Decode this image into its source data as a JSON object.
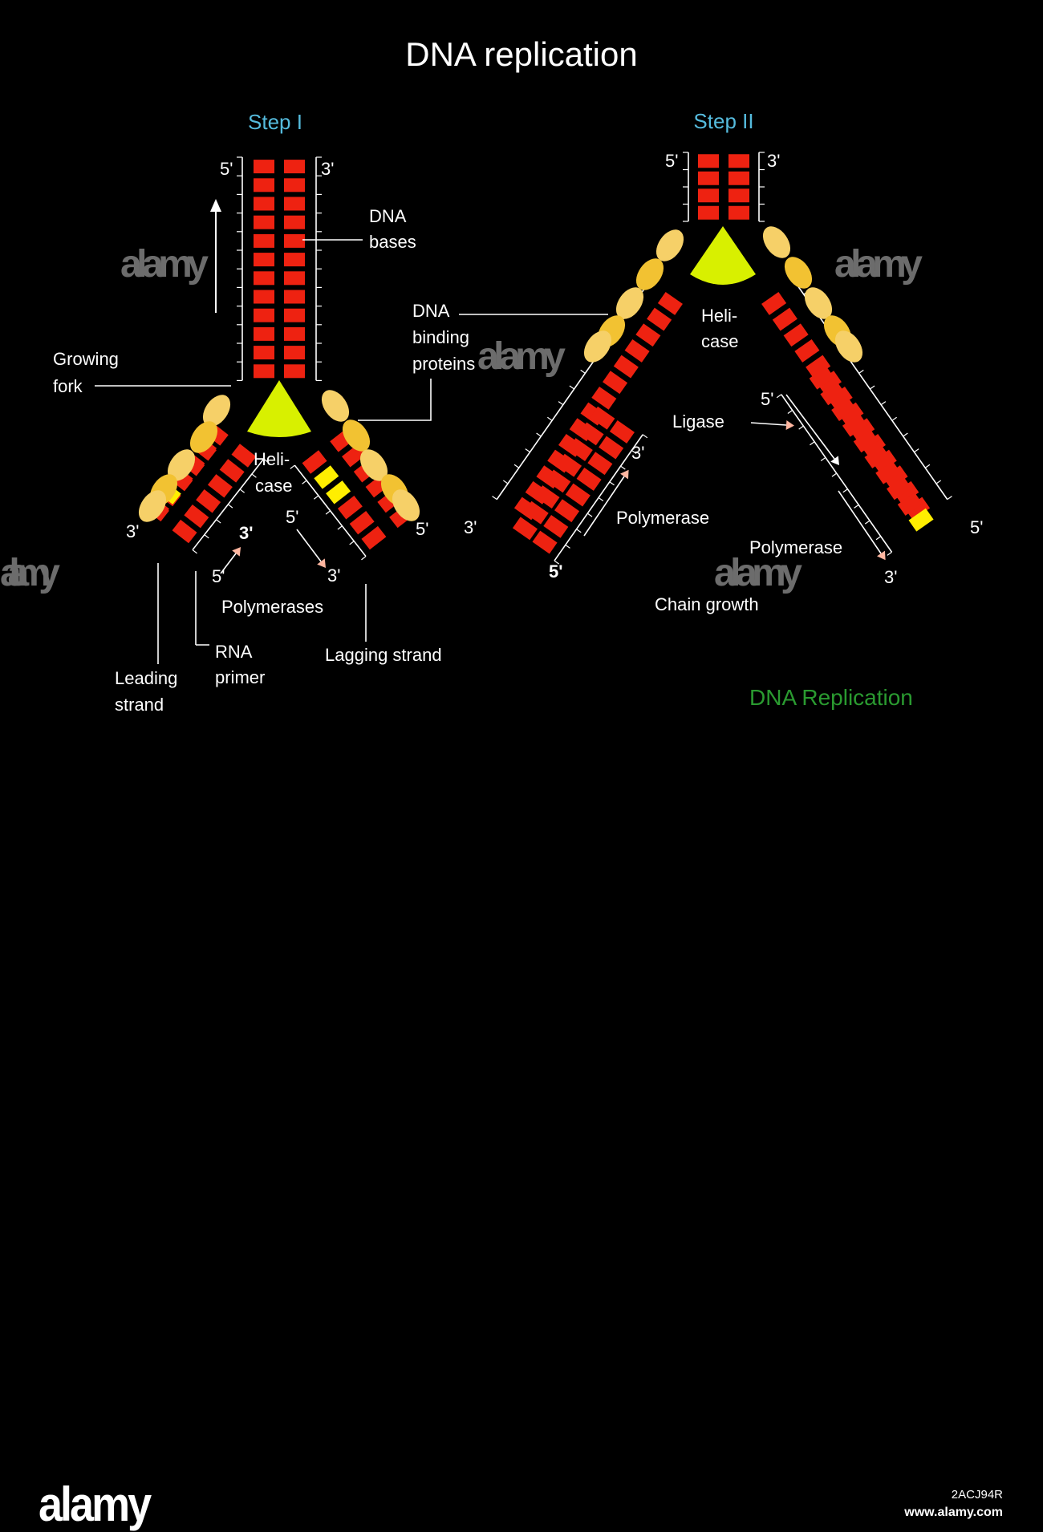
{
  "title": "DNA replication",
  "step1": {
    "heading": "Step I",
    "top_5": "5'",
    "top_3": "3'",
    "dna_bases": [
      "DNA",
      "bases"
    ],
    "growing_fork": [
      "Growing",
      "fork"
    ],
    "dna_binding_proteins": [
      "DNA",
      "binding",
      "proteins"
    ],
    "helicase": [
      "Heli-",
      "case"
    ],
    "left_3": "3'",
    "left_3_bold": "3'",
    "left_5": "5'",
    "right_5a": "5'",
    "right_5b": "5'",
    "right_3": "3'",
    "polymerases": "Polymerases",
    "rna_primer": [
      "RNA",
      "primer"
    ],
    "leading_strand": [
      "Leading",
      "strand"
    ],
    "lagging_strand": "Lagging strand"
  },
  "step2": {
    "heading": "Step II",
    "top_5": "5'",
    "top_3": "3'",
    "helicase": [
      "Heli-",
      "case"
    ],
    "left_3a": "3'",
    "left_3b": "3'",
    "left_5_bold": "5'",
    "polymerase_left": "Polymerase",
    "ligase": "Ligase",
    "right_5a": "5'",
    "right_5b": "5'",
    "right_3": "3'",
    "polymerase_right": "Polymerase",
    "chain_growth": "Chain growth"
  },
  "caption": "DNA Replication",
  "footer": {
    "brand": "alamy",
    "image_id": "2ACJ94R",
    "site": "www.alamy.com"
  },
  "watermark": "alamy",
  "colors": {
    "background": "#000000",
    "base_red": "#ee2211",
    "primer_yellow": "#ffee00",
    "protein_orange": "#f2c232",
    "protein_light": "#f6d068",
    "helicase_green": "#d8f000",
    "step_heading": "#55bbdd",
    "caption_green": "#2a9a30",
    "arrow_salmon": "#ffb6a0"
  }
}
